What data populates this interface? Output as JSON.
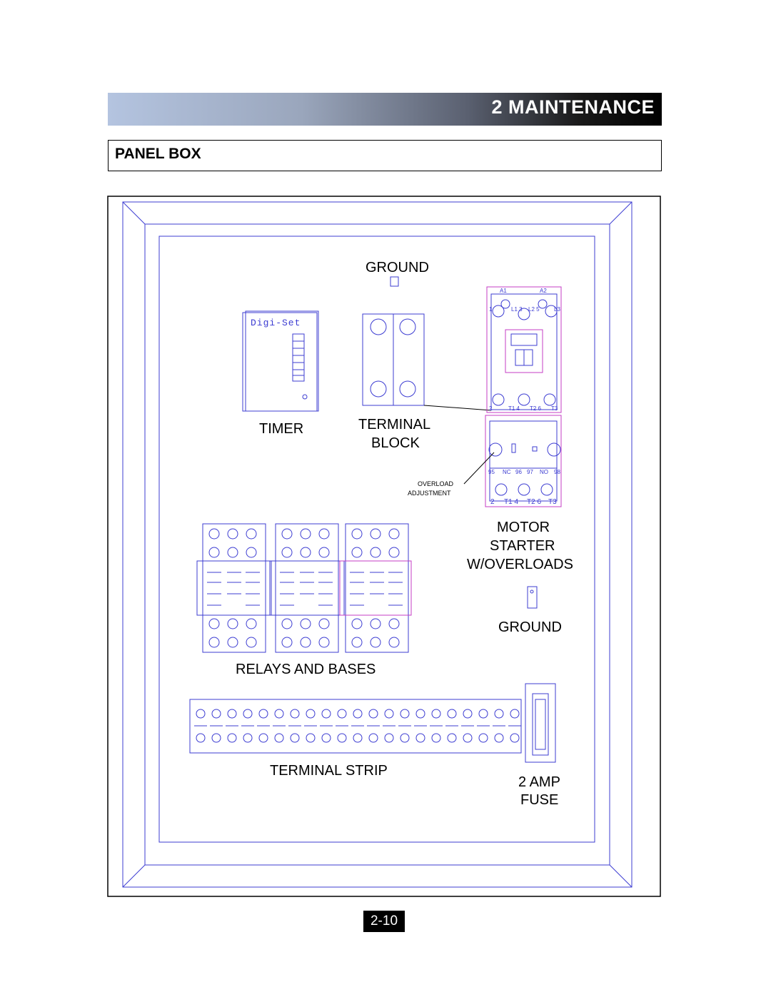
{
  "header": {
    "chapter_title": "2  MAINTENANCE"
  },
  "section": {
    "title": "PANEL BOX"
  },
  "diagram": {
    "labels": {
      "ground_top": "GROUND",
      "timer": "TIMER",
      "terminal_block_line1": "TERMINAL",
      "terminal_block_line2": "BLOCK",
      "overload_line1": "OVERLOAD",
      "overload_line2": "ADJUSTMENT",
      "motor_line1": "MOTOR",
      "motor_line2": "STARTER",
      "motor_line3": "W/OVERLOADS",
      "ground_bottom": "GROUND",
      "relays": "RELAYS AND BASES",
      "terminal_strip": "TERMINAL STRIP",
      "fuse_line1": "2 AMP",
      "fuse_line2": "FUSE"
    },
    "timer_brand": "Digi-Set",
    "starter_terminals_top": {
      "a1": "A1",
      "a2": "A2"
    },
    "starter_terminals_line": [
      "1",
      "L1 3",
      "L2 5",
      "L3"
    ],
    "starter_terminals_mid": [
      "2",
      "T1 4",
      "T2 6",
      "T3"
    ],
    "overload_contacts": [
      "95",
      "NC",
      "96",
      "97",
      "NO",
      "98"
    ],
    "overload_terminals": [
      "2",
      "T1 4",
      "T2 6",
      "T3"
    ],
    "colors": {
      "line_blue": "#3c3cd2",
      "line_magenta": "#c43cc4",
      "line_black": "#000000"
    }
  },
  "footer": {
    "page_number": "2-10"
  }
}
